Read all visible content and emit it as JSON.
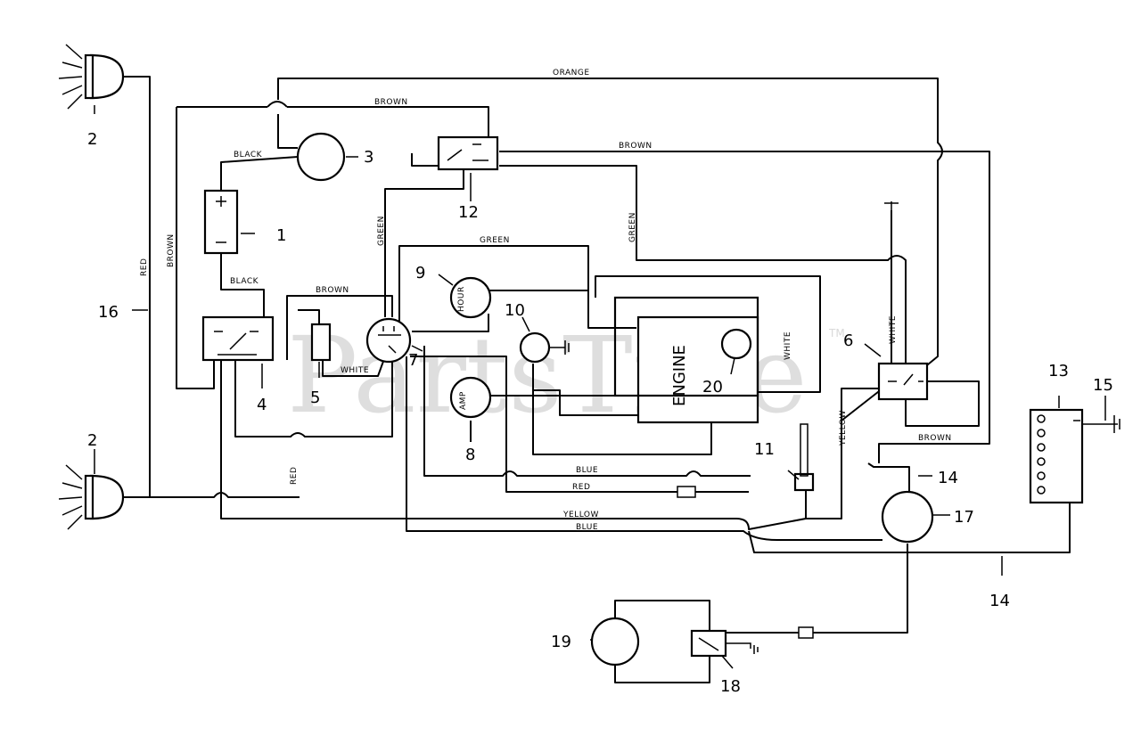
{
  "watermark": {
    "text": "PartsTree",
    "mark": "TM"
  },
  "wire_labels": {
    "orange": "ORANGE",
    "brown_top": "BROWN",
    "brown_right": "BROWN",
    "black_top": "BLACK",
    "black_mid": "BLACK",
    "brown_left": "BROWN",
    "red_left": "RED",
    "green_left": "GREEN",
    "green_mid": "GREEN",
    "green_right": "GREEN",
    "brown_mid": "BROWN",
    "white_mid": "WHITE",
    "white_right": "WHITE",
    "white_top_right": "WHITE",
    "yellow_right": "YELLOW",
    "brown_lower": "BROWN",
    "blue_mid": "BLUE",
    "red_lower": "RED",
    "red_vertical": "RED",
    "yellow_lower": "YELLOW",
    "blue_lower": "BLUE"
  },
  "component_text": {
    "engine": "ENGINE",
    "hour": "HOUR",
    "amp": "AMP"
  },
  "callouts": {
    "c1": "1",
    "c2a": "2",
    "c2b": "2",
    "c3": "3",
    "c4": "4",
    "c5": "5",
    "c6": "6",
    "c7": "7",
    "c8": "8",
    "c9": "9",
    "c10": "10",
    "c11": "11",
    "c12": "12",
    "c13": "13",
    "c14a": "14",
    "c14b": "14",
    "c15": "15",
    "c16": "16",
    "c17": "17",
    "c18": "18",
    "c19": "19",
    "c20": "20"
  }
}
